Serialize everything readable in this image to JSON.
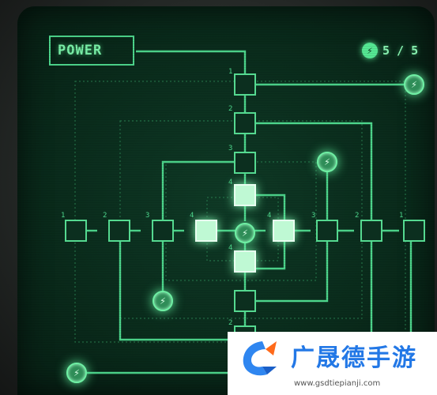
{
  "header": {
    "power_label": "POWER",
    "counter_text": "5 / 5",
    "counter_icon": "lightning-bolt-icon"
  },
  "tile_numbers": {
    "top": [
      "1",
      "2",
      "3",
      "4"
    ],
    "left": [
      "1",
      "2",
      "3",
      "4"
    ],
    "right": [
      "4",
      "3",
      "2",
      "1"
    ],
    "bottom": [
      "4",
      "2"
    ]
  },
  "node_icon": "lightning-bolt-icon",
  "node_glyph": "⚡",
  "colors": {
    "line": "#4dd68c",
    "glow": "#7bf2ad",
    "screen": "#0a2c1c"
  },
  "watermark": {
    "title": "广晟德手游",
    "url": "www.gsdtiepianji.com"
  }
}
